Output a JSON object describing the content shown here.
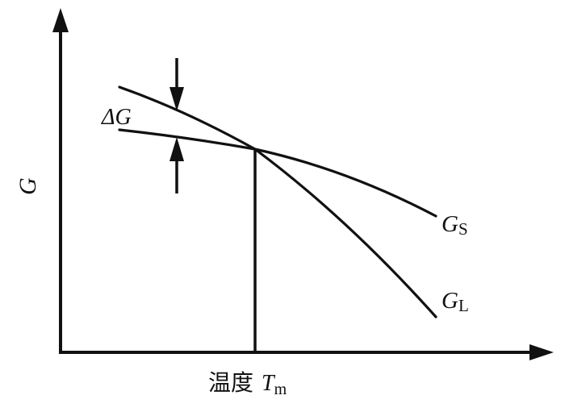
{
  "axes": {
    "y_label": "G",
    "x_label_prefix": "温度",
    "x_label_symbol": "T",
    "x_label_subscript": "m"
  },
  "annotations": {
    "delta_symbol": "Δ",
    "delta_var": "G"
  },
  "curves": {
    "gs": {
      "var": "G",
      "subscript": "S"
    },
    "gl": {
      "var": "G",
      "subscript": "L"
    }
  },
  "colors": {
    "ink": "#111111",
    "background": "#ffffff"
  }
}
